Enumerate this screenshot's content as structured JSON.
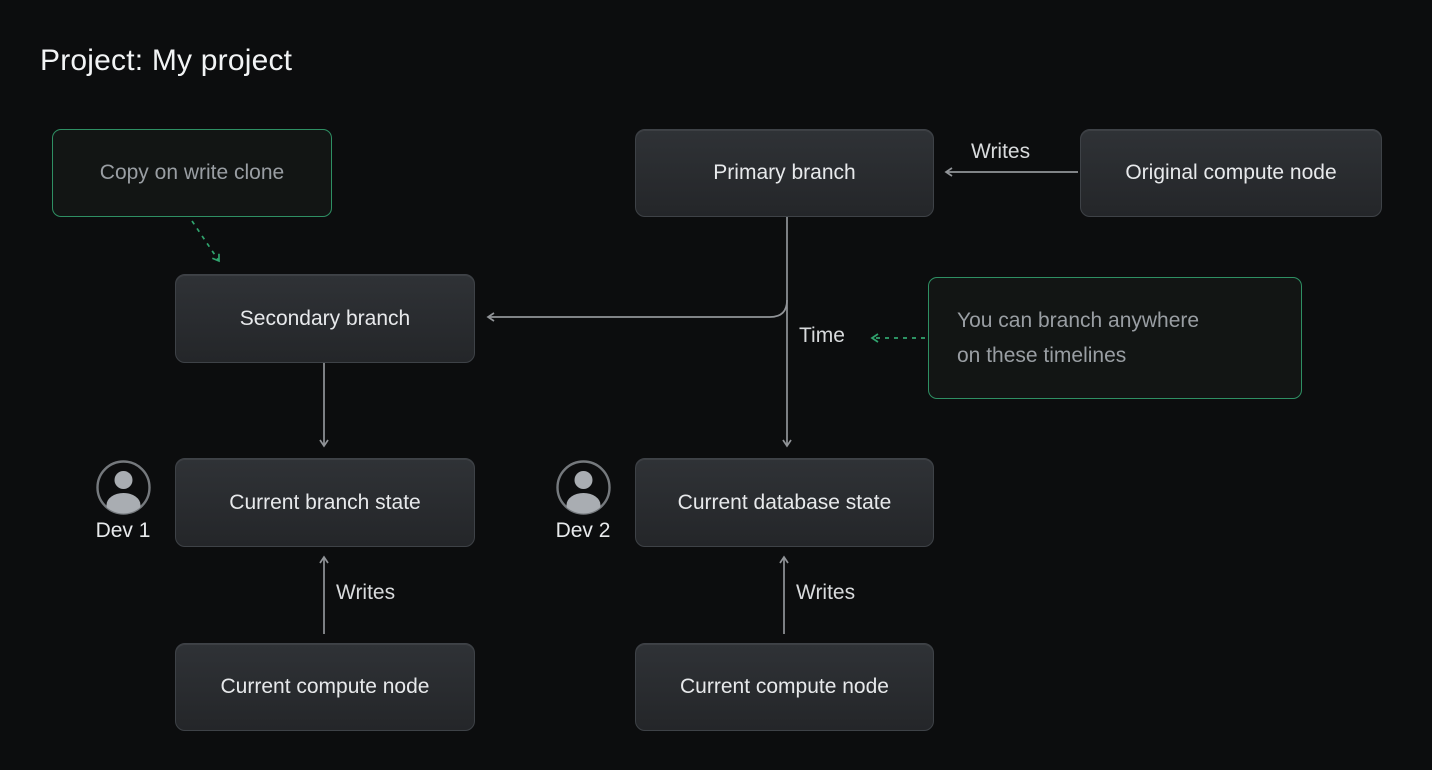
{
  "page": {
    "title": "Project: My project"
  },
  "colors": {
    "background": "#0c0d0e",
    "accent_green_border": "#2e8f63",
    "accent_green_arrow": "#30a46e",
    "arrow_gray": "#919498",
    "node_text": "#e7e9eb",
    "muted_text": "#999ea3"
  },
  "nodes": {
    "copy_on_write": {
      "label": "Copy on write clone"
    },
    "primary_branch": {
      "label": "Primary branch"
    },
    "original_compute": {
      "label": "Original compute node"
    },
    "secondary_branch": {
      "label": "Secondary branch"
    },
    "current_branch_state": {
      "label": "Current branch state"
    },
    "current_database_state": {
      "label": "Current database state"
    },
    "current_compute_left": {
      "label": "Current compute node"
    },
    "current_compute_right": {
      "label": "Current compute node"
    },
    "branch_anywhere": {
      "line1": "You can branch anywhere",
      "line2": "on these timelines"
    }
  },
  "labels": {
    "writes_top": "Writes",
    "writes_left": "Writes",
    "writes_right": "Writes",
    "time": "Time",
    "dev1": "Dev 1",
    "dev2": "Dev 2"
  }
}
